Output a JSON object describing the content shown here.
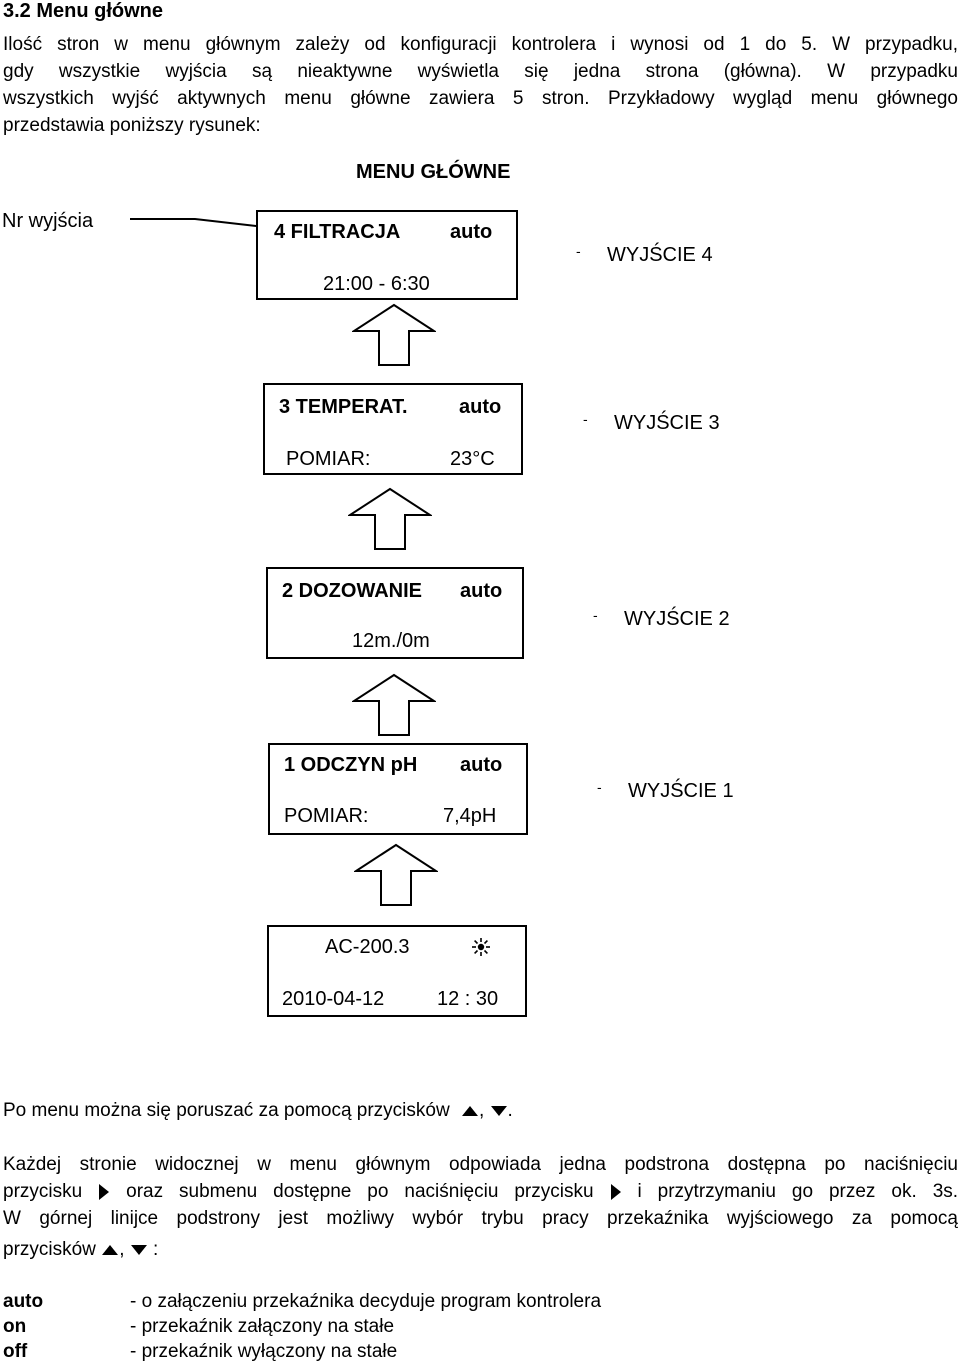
{
  "heading": "3.2 Menu główne",
  "intro": {
    "lines": [
      "Ilość stron w menu głównym zależy od konfiguracji kontrolera i wynosi od 1 do 5. W przypadku,",
      "gdy wszystkie wyjścia są nieaktywne wyświetla się jedna strona (główna). W przypadku",
      "wszystkich wyjść aktywnych menu główne zawiera 5 stron. Przykładowy wygląd menu głównego",
      "przedstawia poniższy rysunek:"
    ]
  },
  "diagram": {
    "title": "MENU GŁÓWNE",
    "pointer_label": "Nr wyjścia",
    "screens": [
      {
        "line1_left": "4 FILTRACJA",
        "line1_right": "auto",
        "line2": "21:00  -  6:30",
        "output_label": "WYJŚCIE 4"
      },
      {
        "line1_left": "3 TEMPERAT.",
        "line1_right": "auto",
        "line2_left": "POMIAR:",
        "line2_right": "23°C",
        "output_label": "WYJŚCIE 3"
      },
      {
        "line1_left": "2 DOZOWANIE",
        "line1_right": "auto",
        "line2": "12m./0m",
        "output_label": "WYJŚCIE 2"
      },
      {
        "line1_left": "1 ODCZYN pH",
        "line1_right": "auto",
        "line2_left": "POMIAR:",
        "line2_right": "7,4pH",
        "output_label": "WYJŚCIE 1"
      }
    ],
    "main_screen": {
      "model": "AC-200.3",
      "date": "2010-04-12",
      "time": "12 : 30"
    },
    "tick_mark": "-"
  },
  "nav": {
    "text": "Po menu można się poruszać za pomocą przycisków",
    "sep": ",",
    "end": "."
  },
  "para2": {
    "l1": "Każdej stronie widocznej w menu głównym odpowiada jedna podstrona dostępna po naciśnięciu",
    "l2a": "przycisku",
    "l2b": "oraz submenu dostępne po naciśnięciu przycisku",
    "l2c": "i przytrzymaniu go przez ok. 3s.",
    "l3": "W górnej linijce podstrony  jest możliwy wybór trybu pracy przekaźnika wyjściowego  za pomocą",
    "l4a": "przycisków",
    "l4sep": ",",
    "l4end": ":"
  },
  "definitions": [
    {
      "term": "auto",
      "desc": "- o załączeniu przekaźnika decyduje program kontrolera"
    },
    {
      "term": "on",
      "desc": "- przekaźnik załączony na stałe"
    },
    {
      "term": "off",
      "desc": "- przekaźnik wyłączony na stałe"
    }
  ],
  "icons": {
    "up": "up-triangle-icon",
    "down": "down-triangle-icon",
    "right": "right-triangle-icon",
    "sun": "sun-icon"
  }
}
